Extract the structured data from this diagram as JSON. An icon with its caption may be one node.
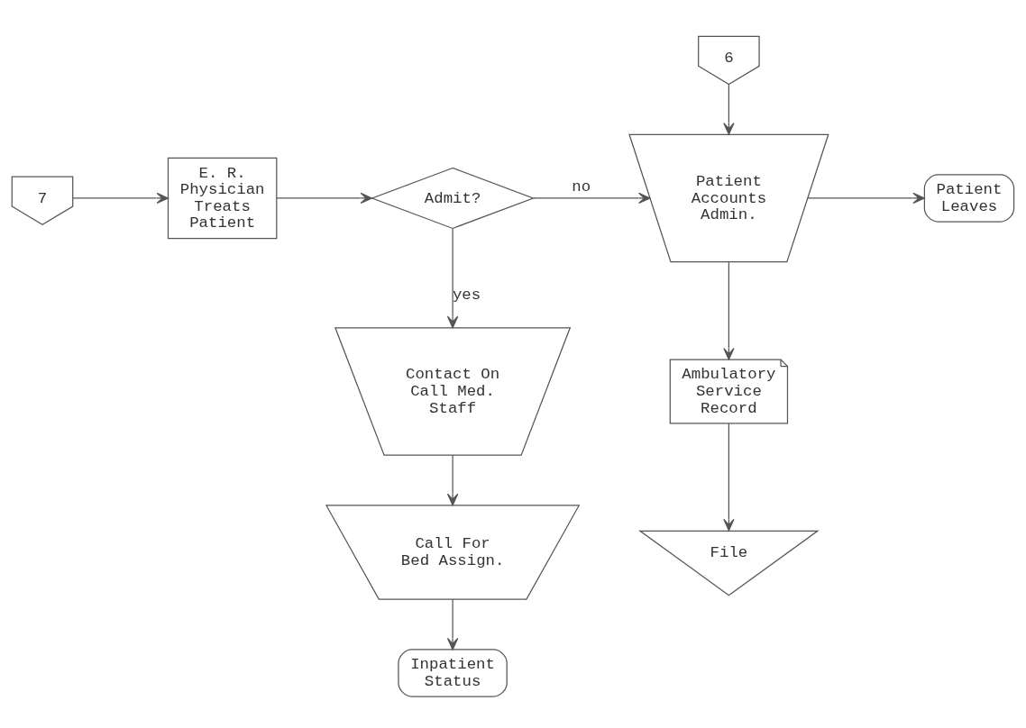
{
  "diagram": {
    "nodes": [
      {
        "text": [
          "7"
        ]
      },
      {
        "text": [
          "E. R. Physician Treats Patient"
        ]
      },
      {
        "text": [
          "Admit?"
        ]
      },
      {
        "text": [
          "Patient Accounts Admin."
        ]
      },
      {
        "text": [
          "Patient Leaves"
        ]
      },
      {
        "text": [
          "6"
        ]
      },
      {
        "text": [
          "Contact On Call Med. Staff"
        ]
      },
      {
        "text": [
          "Ambulatory Service Record"
        ]
      },
      {
        "text": [
          "Call For Bed Assign."
        ]
      },
      {
        "text": [
          "File"
        ]
      },
      {
        "text": [
          "Inpatient Status"
        ]
      }
    ],
    "edges": [
      {
        "from": 0,
        "to": 1,
        "arrow": "to"
      },
      {
        "from": 1,
        "to": 2,
        "arrow": "to"
      },
      {
        "from": 2,
        "to": 3,
        "arrow": "to",
        "label": "no"
      },
      {
        "from": 3,
        "to": 4,
        "arrow": "to"
      },
      {
        "from": 5,
        "to": 3,
        "arrow": "to"
      },
      {
        "from": 2,
        "to": 6,
        "arrow": "to",
        "label": "yes"
      },
      {
        "from": 3,
        "to": 7,
        "arrow": "to"
      },
      {
        "from": 6,
        "to": 8,
        "arrow": "to"
      },
      {
        "from": 7,
        "to": 9,
        "arrow": "to"
      },
      {
        "from": 8,
        "to": 10,
        "arrow": "to"
      }
    ]
  }
}
